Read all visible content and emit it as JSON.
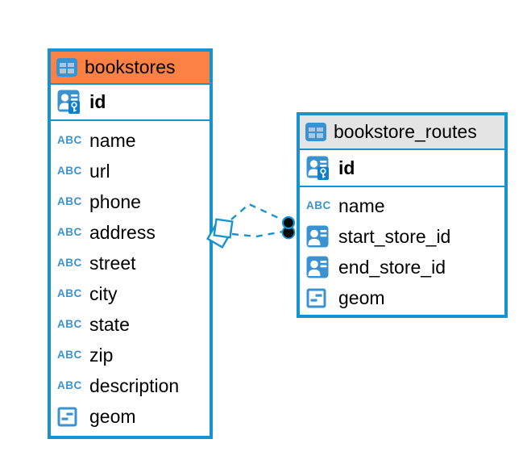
{
  "diagram": {
    "background": "#ffffff",
    "line_color": "#1793d1",
    "icon_color": "#3a93d0",
    "icon_cell_color": "#a6c8e4",
    "key_badge_color": "#0e7fc9"
  },
  "icons": {
    "text_label": "ABC"
  },
  "tables": [
    {
      "name": "bookstores",
      "header_color": "#fb8144",
      "border_color": "#1793d1",
      "primary_key": {
        "name": "id"
      },
      "columns": [
        {
          "name": "name",
          "type": "text"
        },
        {
          "name": "url",
          "type": "text"
        },
        {
          "name": "phone",
          "type": "text"
        },
        {
          "name": "address",
          "type": "text"
        },
        {
          "name": "street",
          "type": "text"
        },
        {
          "name": "city",
          "type": "text"
        },
        {
          "name": "state",
          "type": "text"
        },
        {
          "name": "zip",
          "type": "text"
        },
        {
          "name": "description",
          "type": "text"
        },
        {
          "name": "geom",
          "type": "geometry"
        }
      ]
    },
    {
      "name": "bookstore_routes",
      "header_color": "#e4e4e4",
      "border_color": "#1793d1",
      "primary_key": {
        "name": "id"
      },
      "columns": [
        {
          "name": "name",
          "type": "text"
        },
        {
          "name": "start_store_id",
          "type": "reference"
        },
        {
          "name": "end_store_id",
          "type": "reference"
        },
        {
          "name": "geom",
          "type": "geometry"
        }
      ]
    }
  ],
  "relationships": [
    {
      "from_table": "bookstores",
      "to_table": "bookstore_routes",
      "style": "dashed"
    },
    {
      "from_table": "bookstores",
      "to_table": "bookstore_routes",
      "style": "dashed"
    }
  ]
}
